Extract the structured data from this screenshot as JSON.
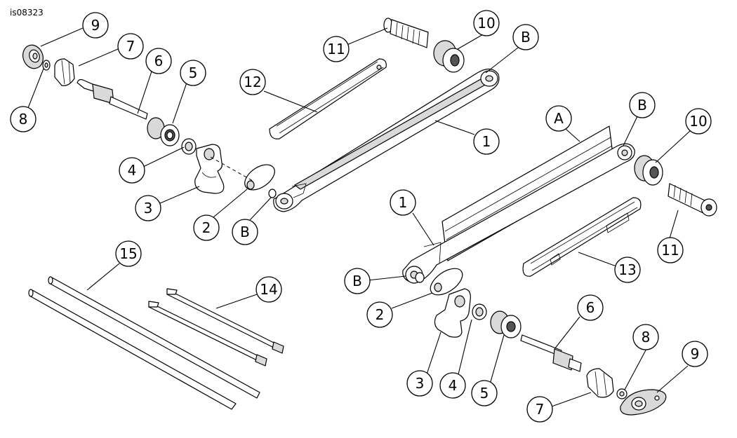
{
  "figure_id": "is08323",
  "callouts": [
    {
      "label": "9"
    },
    {
      "label": "7"
    },
    {
      "label": "6"
    },
    {
      "label": "5"
    },
    {
      "label": "8"
    },
    {
      "label": "4"
    },
    {
      "label": "3"
    },
    {
      "label": "2"
    },
    {
      "label": "B"
    },
    {
      "label": "11"
    },
    {
      "label": "10"
    },
    {
      "label": "B"
    },
    {
      "label": "12"
    },
    {
      "label": "1"
    },
    {
      "label": "A"
    },
    {
      "label": "B"
    },
    {
      "label": "10"
    },
    {
      "label": "1"
    },
    {
      "label": "11"
    },
    {
      "label": "13"
    },
    {
      "label": "B"
    },
    {
      "label": "2"
    },
    {
      "label": "3"
    },
    {
      "label": "4"
    },
    {
      "label": "5"
    },
    {
      "label": "6"
    },
    {
      "label": "7"
    },
    {
      "label": "8"
    },
    {
      "label": "9"
    },
    {
      "label": "15"
    },
    {
      "label": "14"
    }
  ]
}
